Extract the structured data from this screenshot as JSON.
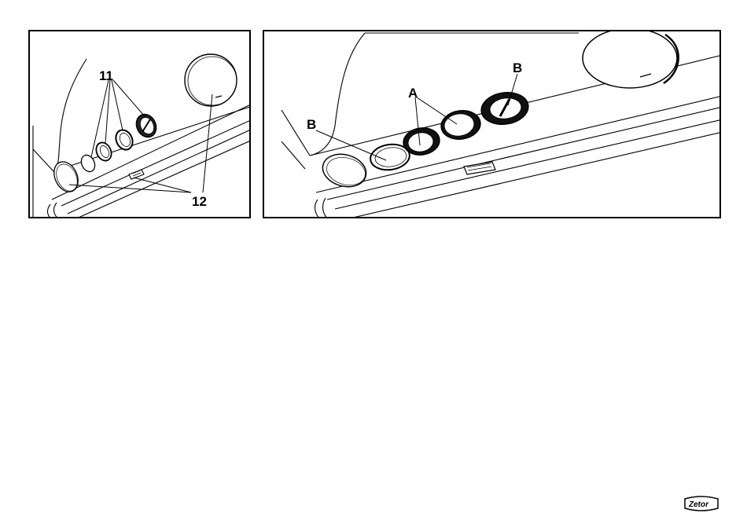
{
  "figure_left": {
    "callout_11": "11",
    "callout_12": "12"
  },
  "figure_right": {
    "callout_a": "A",
    "callout_b_left": "B",
    "callout_b_right": "B"
  },
  "footer": {
    "brand_logo": "Zetor"
  }
}
